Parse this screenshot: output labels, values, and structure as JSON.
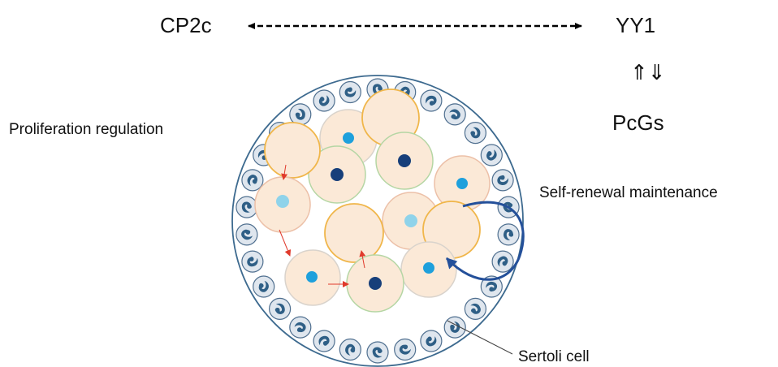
{
  "labels": {
    "cp2c": "CP2c",
    "yy1": "YY1",
    "arrows_updown": "⇑⇓",
    "pcgs": "PcGs",
    "proliferation": "Proliferation regulation",
    "self_renewal": "Self-renewal maintenance",
    "sertoli": "Sertoli cell"
  },
  "colors": {
    "tubule_border": "#3d6a8f",
    "sertoli_fill": "#dfe6ee",
    "sertoli_border": "#4f6f8f",
    "sertoli_nucleus": "#2f5f86",
    "cell_fill": "#fbe9d7",
    "ring_orange": "#f0b64a",
    "ring_green": "#b5d6a4",
    "ring_pink": "#ecc0a8",
    "ring_gray": "#d9d3cc",
    "nucleus_blue": "#1ea0dc",
    "nucleus_light": "#8fd3ea",
    "nucleus_dark": "#173f7a",
    "arrow_red": "#e03a2c",
    "self_renewal_arrow": "#24509a",
    "dashed_arrow": "#000000"
  }
}
